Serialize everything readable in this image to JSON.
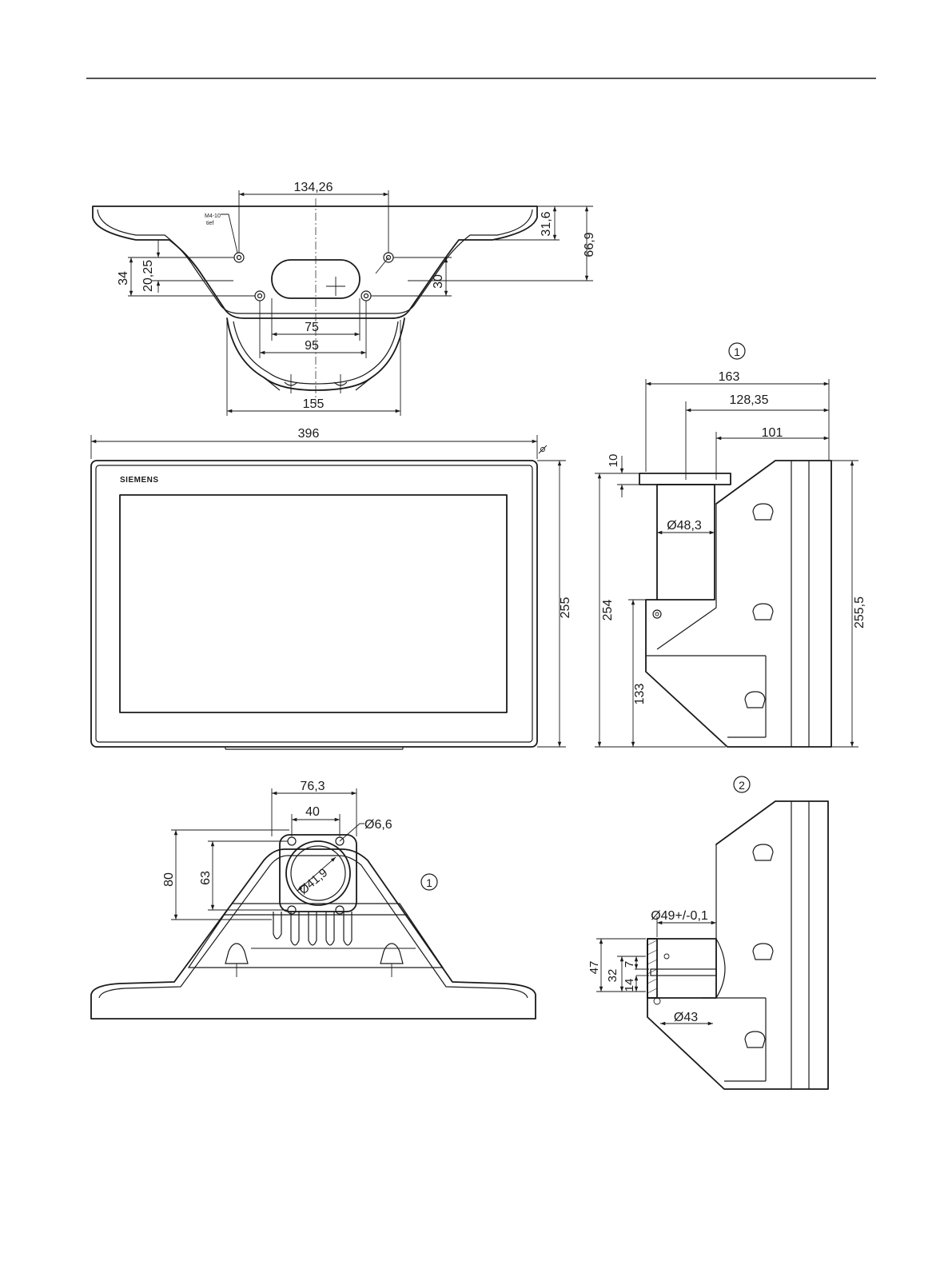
{
  "top_view": {
    "dim_hole_spacing": "134,26",
    "thread_note_line1": "M4-10",
    "thread_note_line2": "tief",
    "dim_height_upper": "31,6",
    "dim_height_total": "66,9",
    "dim_left_outer": "34",
    "dim_left_inner": "20,25",
    "dim_right_hole": "30",
    "dim_slot": "75",
    "dim_holes_lower": "95",
    "dim_foot": "155"
  },
  "front_view": {
    "dim_width": "396",
    "dim_height": "255",
    "logo": "SIEMENS"
  },
  "side_view": {
    "marker": "1",
    "dim_depth_total": "163",
    "dim_depth_pipe": "128,35",
    "dim_depth_panel": "101",
    "dim_flange": "10",
    "dim_pipe_diameter": "Ø48,3",
    "dim_height_254": "254",
    "dim_height_133": "133",
    "dim_height_255_5": "255,5"
  },
  "bottom_view": {
    "marker": "1",
    "dim_flange_width": "76,3",
    "dim_hole_spacing": "40",
    "dim_hole_diameter": "Ø6,6",
    "dim_bore": "Ø41,9",
    "dim_height_80": "80",
    "dim_height_63": "63"
  },
  "detail_view": {
    "marker": "2",
    "dim_outer_diameter": "Ø49+/-0,1",
    "dim_inner_diameter": "Ø43",
    "dim_47": "47",
    "dim_32": "32",
    "dim_7": "7",
    "dim_14": "14"
  }
}
